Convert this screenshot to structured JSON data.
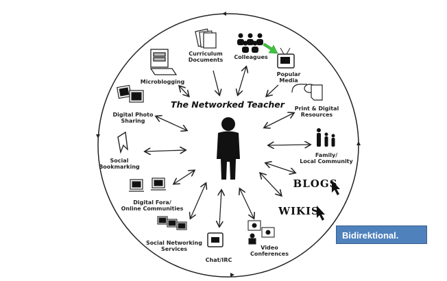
{
  "title": "The Networked Teacher",
  "nodes": {
    "curriculum": [
      "Curriculum",
      "Documents"
    ],
    "colleagues": "Colleagues",
    "popular_media": [
      "Popular",
      "Media"
    ],
    "microblogging": "Microblogging",
    "photo_sharing": [
      "Digital Photo",
      "Sharing"
    ],
    "print_digital": [
      "Print & Digital",
      "Resources"
    ],
    "family": [
      "Family/",
      "Local Community"
    ],
    "bookmarking": [
      "Social",
      "Bookmarking"
    ],
    "blogs": "BLOGS",
    "wikis": "WIKIS",
    "fora": [
      "Digital Fora/",
      "Online Communities"
    ],
    "social_networking": [
      "Social Networking",
      "Services"
    ],
    "chat": "Chat/IRC",
    "video": [
      "Video",
      "Conferences"
    ]
  },
  "callout": "Bidirektional.",
  "colors": {
    "callout": "#4f81bd",
    "highlight_arrow": "#3ec43e"
  }
}
